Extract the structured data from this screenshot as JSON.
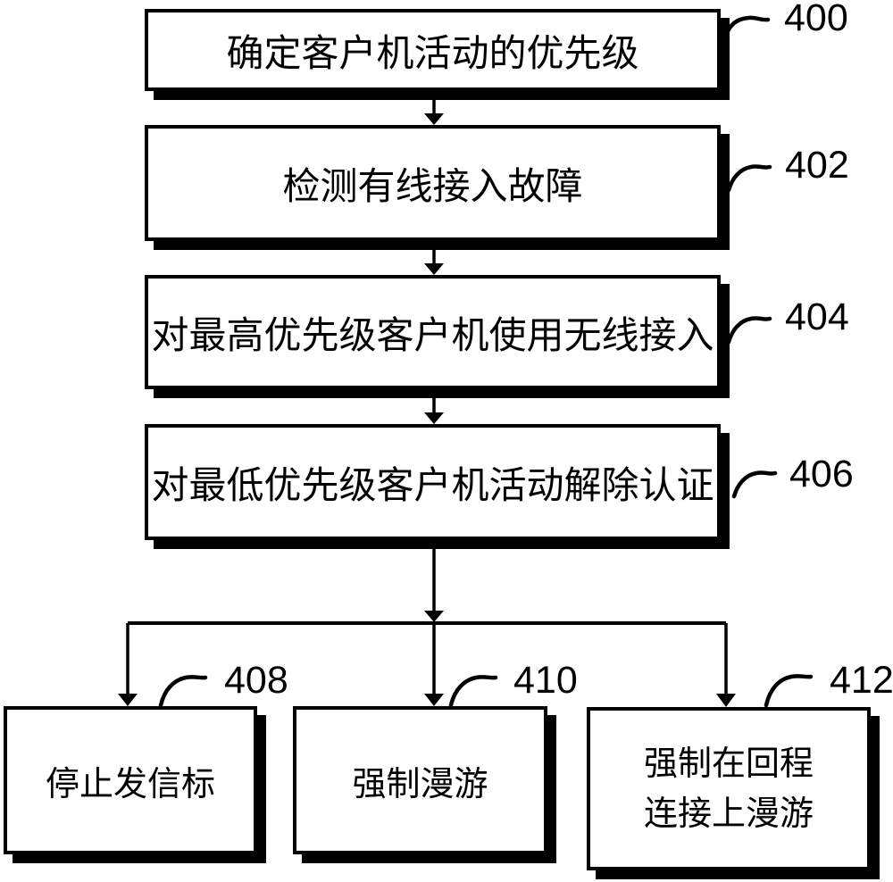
{
  "figure": {
    "colors": {
      "ink": "#000000",
      "paper": "#ffffff"
    },
    "steps": [
      {
        "ref": "400",
        "text": "确定客户机活动的优先级"
      },
      {
        "ref": "402",
        "text": "检测有线接入故障"
      },
      {
        "ref": "404",
        "text": "对最高优先级客户机使用无线接入"
      },
      {
        "ref": "406",
        "text": "对最低优先级客户机活动解除认证"
      },
      {
        "ref": "408",
        "text": "停止发信标"
      },
      {
        "ref": "410",
        "text": "强制漫游"
      },
      {
        "ref": "412",
        "text": "强制在回程连接上漫游",
        "lines": [
          "强制在回程",
          "连接上漫游"
        ]
      }
    ]
  }
}
